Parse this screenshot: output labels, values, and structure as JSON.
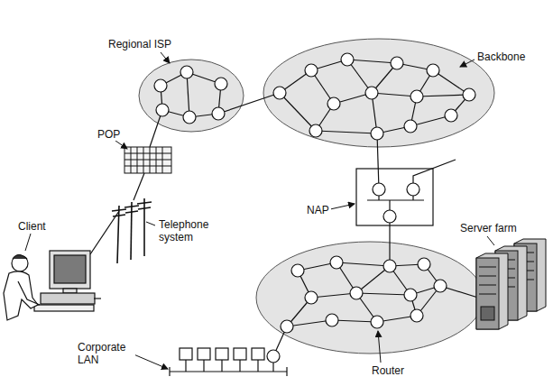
{
  "diagram": {
    "labels": [
      "Regional ISP",
      "Backbone",
      "POP",
      "Client",
      "Telephone system",
      "NAP",
      "Server farm",
      "Corporate LAN",
      "Router"
    ]
  }
}
